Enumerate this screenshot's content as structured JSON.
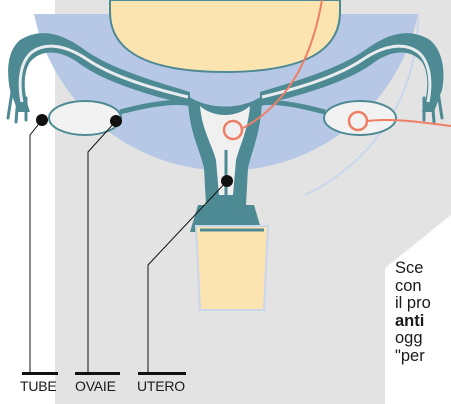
{
  "diagram": {
    "labels": {
      "tube": "TUBE",
      "ovaries": "OVAIE",
      "uterus": "UTERO"
    },
    "caption_lines": [
      {
        "text": "Sce",
        "bold": false
      },
      {
        "text": "con",
        "bold": false
      },
      {
        "text": "il pro",
        "bold": false
      },
      {
        "text": "anti",
        "bold": true
      },
      {
        "text": "ogg",
        "bold": false
      },
      {
        "text": "\"per",
        "bold": false
      }
    ],
    "colors": {
      "background_gray": "#e3e3e3",
      "circle_blue": "#b6c8e6",
      "organ_teal": "#4d8a93",
      "organ_inner": "#f0f0f0",
      "bladder_cream": "#fbe4b0",
      "marker_orange": "#ef7f64",
      "leader_black": "#111111"
    }
  }
}
